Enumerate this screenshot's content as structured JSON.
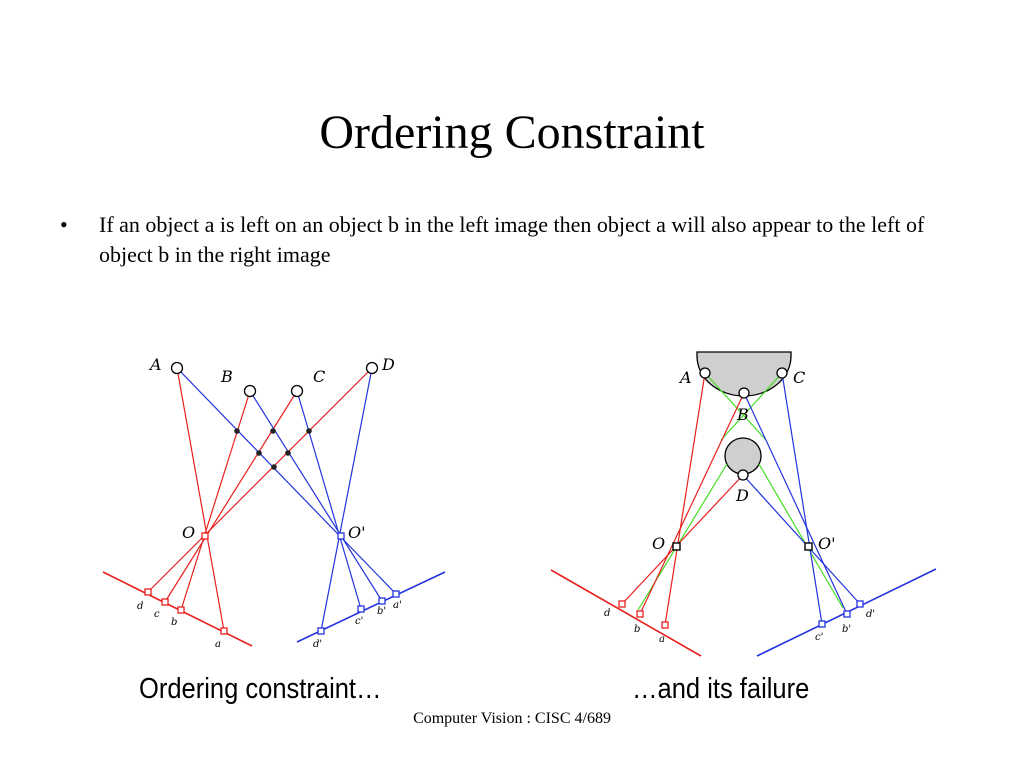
{
  "slide": {
    "title": "Ordering Constraint",
    "bullet_marker": "•",
    "bullet_text": "If an object a is left on an object b in the left image then object a will also appear to the left of object b in the right image",
    "caption_left": "Ordering constraint…",
    "caption_right": "…and its failure",
    "footer": "Computer Vision : CISC 4/689"
  },
  "diagram_left": {
    "scene_points": [
      "A",
      "B",
      "C",
      "D"
    ],
    "camera_centers": [
      "O",
      "O'"
    ],
    "left_image_points": [
      "d",
      "c",
      "b",
      "a"
    ],
    "right_image_points": [
      "d'",
      "c'",
      "b'",
      "a'"
    ]
  },
  "diagram_right": {
    "scene_points": [
      "A",
      "B",
      "C",
      "D"
    ],
    "camera_centers": [
      "O",
      "O'"
    ],
    "left_image_points": [
      "d",
      "b",
      "a"
    ],
    "right_image_points": [
      "c'",
      "b'",
      "d'"
    ]
  },
  "colors": {
    "left_rays": "#e8201e",
    "right_rays": "#2233dd",
    "occluded_rays": "#44dd22",
    "object_fill": "#cfcfcf"
  }
}
